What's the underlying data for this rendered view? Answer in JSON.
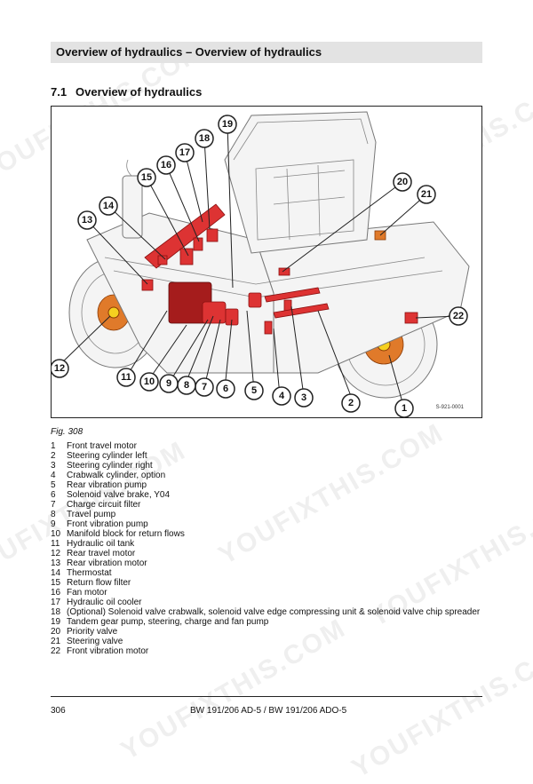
{
  "header": {
    "title": "Overview of hydraulics – Overview of hydraulics"
  },
  "section": {
    "number": "7.1",
    "title": "Overview of hydraulics"
  },
  "figure": {
    "caption": "Fig.  308",
    "code": "S-921-0001",
    "callouts": [
      "1",
      "2",
      "3",
      "4",
      "5",
      "6",
      "7",
      "8",
      "9",
      "10",
      "11",
      "12",
      "13",
      "14",
      "15",
      "16",
      "17",
      "18",
      "19",
      "20",
      "21",
      "22"
    ]
  },
  "legend": [
    {
      "num": "1",
      "text": "Front travel motor"
    },
    {
      "num": "2",
      "text": "Steering cylinder left"
    },
    {
      "num": "3",
      "text": "Steering cylinder right"
    },
    {
      "num": "4",
      "text": "Crabwalk cylinder, option"
    },
    {
      "num": "5",
      "text": "Rear vibration pump"
    },
    {
      "num": "6",
      "text": "Solenoid valve brake, Y04"
    },
    {
      "num": "7",
      "text": "Charge circuit filter"
    },
    {
      "num": "8",
      "text": "Travel pump"
    },
    {
      "num": "9",
      "text": "Front vibration pump"
    },
    {
      "num": "10",
      "text": "Manifold block for return flows"
    },
    {
      "num": "11",
      "text": "Hydraulic oil tank"
    },
    {
      "num": "12",
      "text": "Rear travel motor"
    },
    {
      "num": "13",
      "text": "Rear vibration motor"
    },
    {
      "num": "14",
      "text": "Thermostat"
    },
    {
      "num": "15",
      "text": "Return flow filter"
    },
    {
      "num": "16",
      "text": "Fan motor"
    },
    {
      "num": "17",
      "text": "Hydraulic oil cooler"
    },
    {
      "num": "18",
      "text": "(Optional) Solenoid valve crabwalk, solenoid valve edge compressing unit & solenoid valve chip spreader"
    },
    {
      "num": "19",
      "text": "Tandem gear pump, steering, charge and fan pump"
    },
    {
      "num": "20",
      "text": "Priority valve"
    },
    {
      "num": "21",
      "text": "Steering valve"
    },
    {
      "num": "22",
      "text": "Front vibration motor"
    }
  ],
  "footer": {
    "page_number": "306",
    "model": "BW 191/206 AD-5 / BW 191/206 ADO-5"
  },
  "watermark": "YOUFIXTHIS.COM"
}
